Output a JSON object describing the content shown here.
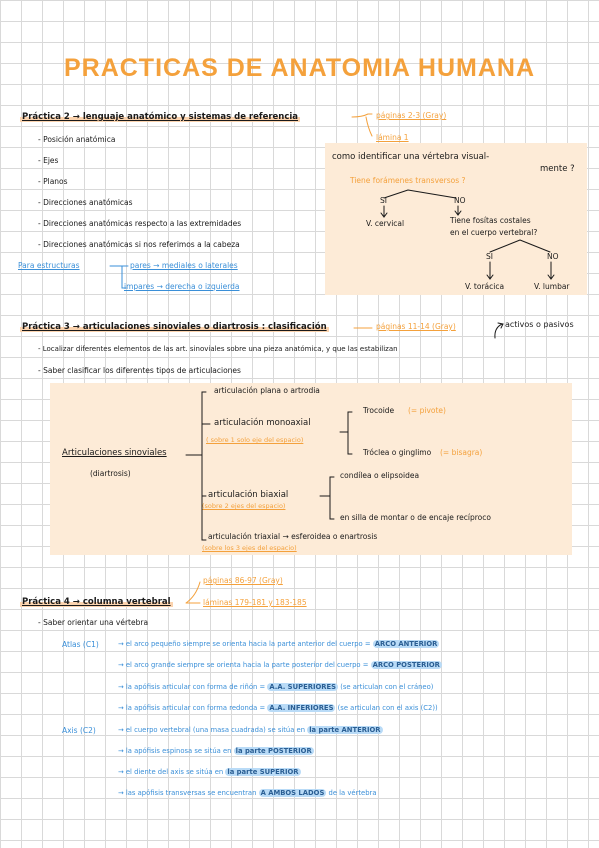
{
  "title": "PRACTICAS DE ANATOMIA HUMANA",
  "practica2": {
    "header": "Práctica 2 → lenguaje anatómico y sistemas de referencia",
    "pages": "páginas 2-3 (Gray)",
    "lamina": "lámina 1",
    "bullets": [
      "- Posición anatómica",
      "- Ejes",
      "- Planos",
      "- Direcciones anatómicas",
      "- Direcciones anatómicas respecto a las extremidades",
      "- Direcciones anatómicas si nos referimos a la cabeza"
    ],
    "estructuras_label": "Para estructuras",
    "pares": "pares → mediales o laterales",
    "impares": "impares → derecha o izquierda",
    "tree": {
      "question_1": "como identificar una vértebra visual-",
      "question_2": "mente ?",
      "transversos": "Tiene forámenes transversos ?",
      "si": "SI",
      "no": "NO",
      "cervical": "V. cervical",
      "facetas_1": "Tiene fosítas costales",
      "facetas_2": "en el cuerpo vertebral?",
      "toracica": "V. torácica",
      "lumbar": "V. lumbar"
    }
  },
  "practica3": {
    "header": "Práctica 3 → articulaciones sinoviales o diartrosis : clasificación",
    "pages": "páginas 11-14 (Gray)",
    "activos": "activos o pasivos",
    "bullets": [
      "- Localizar diferentes elementos de las art. sinoviales sobre una pieza anatómica, y que las estabilizan",
      "- Saber clasificar los diferentes tipos de articulaciones"
    ],
    "root_1": "Articulaciones sinoviales",
    "root_2": "(diartrosis)",
    "plana": "articulación plana o artrodia",
    "monoaxial": "articulación monoaxial",
    "mono_note": "( sobre 1 solo eje del espacio)",
    "trocoide": "Trocoide",
    "trocoide_note": "(= pivote)",
    "troclea": "Tróclea o ginglimo",
    "troclea_note": "(= bisagra)",
    "biaxial": "articulación biaxial",
    "bi_note": "(sobre 2 ejes del espacio)",
    "condilea": "condílea o elipsoidea",
    "silla": "en silla de montar o de encaje recíproco",
    "triaxial": "articulación triaxial → esferoidea o enartrosis",
    "tri_note": "(sobre los 3 ejes del espacio)"
  },
  "practica4": {
    "header": "Práctica 4 → columna vertebral",
    "pages": "páginas 86-97 (Gray)",
    "laminas": "láminas 179-181 y 183-185",
    "bullet": "- Saber orientar una vértebra",
    "atlas_label": "Atlas (C1)",
    "lines": [
      {
        "pre": "→ el arco pequeño siempre se orienta hacia la parte anterior del cuerpo =",
        "tag": "ARCO ANTERIOR",
        "post": ""
      },
      {
        "pre": "→ el arco grande siempre se orienta hacia la parte posterior del cuerpo =",
        "tag": "ARCO POSTERIOR",
        "post": ""
      },
      {
        "pre": "→ la apófisis articular con forma de riñón =",
        "tag": "A.A. SUPERIORES",
        "post": "(se articulan con el cráneo)"
      },
      {
        "pre": "→ la apófisis articular con forma redonda =",
        "tag": "A.A. INFERIORES",
        "post": "(se articulan con el axis (C2))"
      }
    ],
    "axis_label": "Axis (C2)",
    "axis_lines": [
      {
        "pre": "→ el cuerpo vertebral (una masa cuadrada) se sitúa en",
        "tag": "la parte ANTERIOR",
        "post": ""
      },
      {
        "pre": "→ la apófisis espinosa se sitúa en",
        "tag": "la parte POSTERIOR",
        "post": ""
      },
      {
        "pre": "→ el diente del axis se sitúa en",
        "tag": "la parte SUPERIOR",
        "post": ""
      },
      {
        "pre": "→ las apófisis transversas se encuentran",
        "tag": "A AMBOS LADOS",
        "post": "de la vértebra"
      }
    ]
  }
}
